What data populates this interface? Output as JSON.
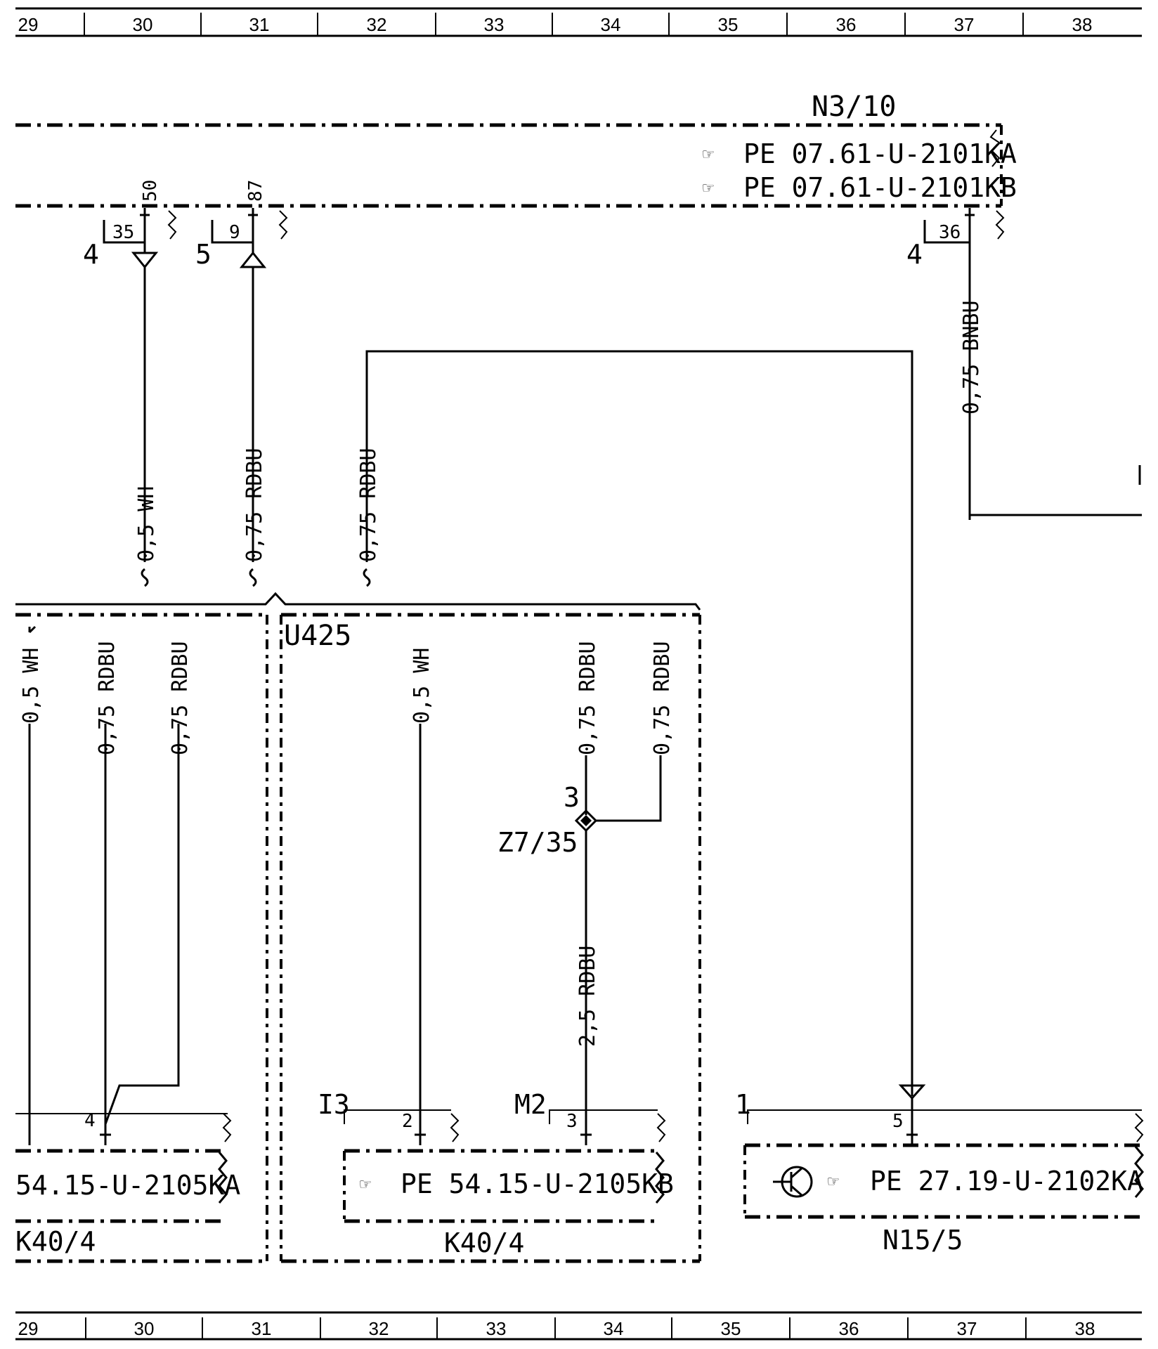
{
  "grid": [
    "29",
    "30",
    "31",
    "32",
    "33",
    "34",
    "35",
    "36",
    "37",
    "38"
  ],
  "n3_10": {
    "label": "N3/10",
    "ref_a": "PE  07.61-U-2101KA",
    "ref_b": "PE  07.61-U-2101KB",
    "pins": [
      {
        "num": "35",
        "term": "50",
        "conn": "4"
      },
      {
        "num": "9",
        "term": "87",
        "conn": "5"
      },
      {
        "num": "36",
        "conn": "4"
      }
    ]
  },
  "wires": {
    "w1": "0,5 WH",
    "w2": "0,75 RDBU",
    "w3": "0,75 RDBU",
    "w4": "0,75 BNBU",
    "l1": "0,5 WH",
    "l2": "0,75 RDBU",
    "l3": "0,75 RDBU",
    "u1": "0,5 WH",
    "u2": "0,75 RDBU",
    "u3": "0,75 RDBU",
    "u4": "2,5 RDBU"
  },
  "u425": {
    "label": "U425"
  },
  "splice": {
    "label": "Z7/35",
    "pin": "3"
  },
  "left_block": {
    "ref": "54.15-U-2105KA",
    "label": "K40/4",
    "pin": "4"
  },
  "k40_4": {
    "ref": "PE  54.15-U-2105KB",
    "label": "K40/4",
    "pin_i": "I3",
    "pin_i_num": "2",
    "pin_m": "M2",
    "pin_m_num": "3"
  },
  "n15_5": {
    "ref": "PE  27.19-U-2102KA",
    "label": "N15/5",
    "conn": "1",
    "pin": "5"
  }
}
